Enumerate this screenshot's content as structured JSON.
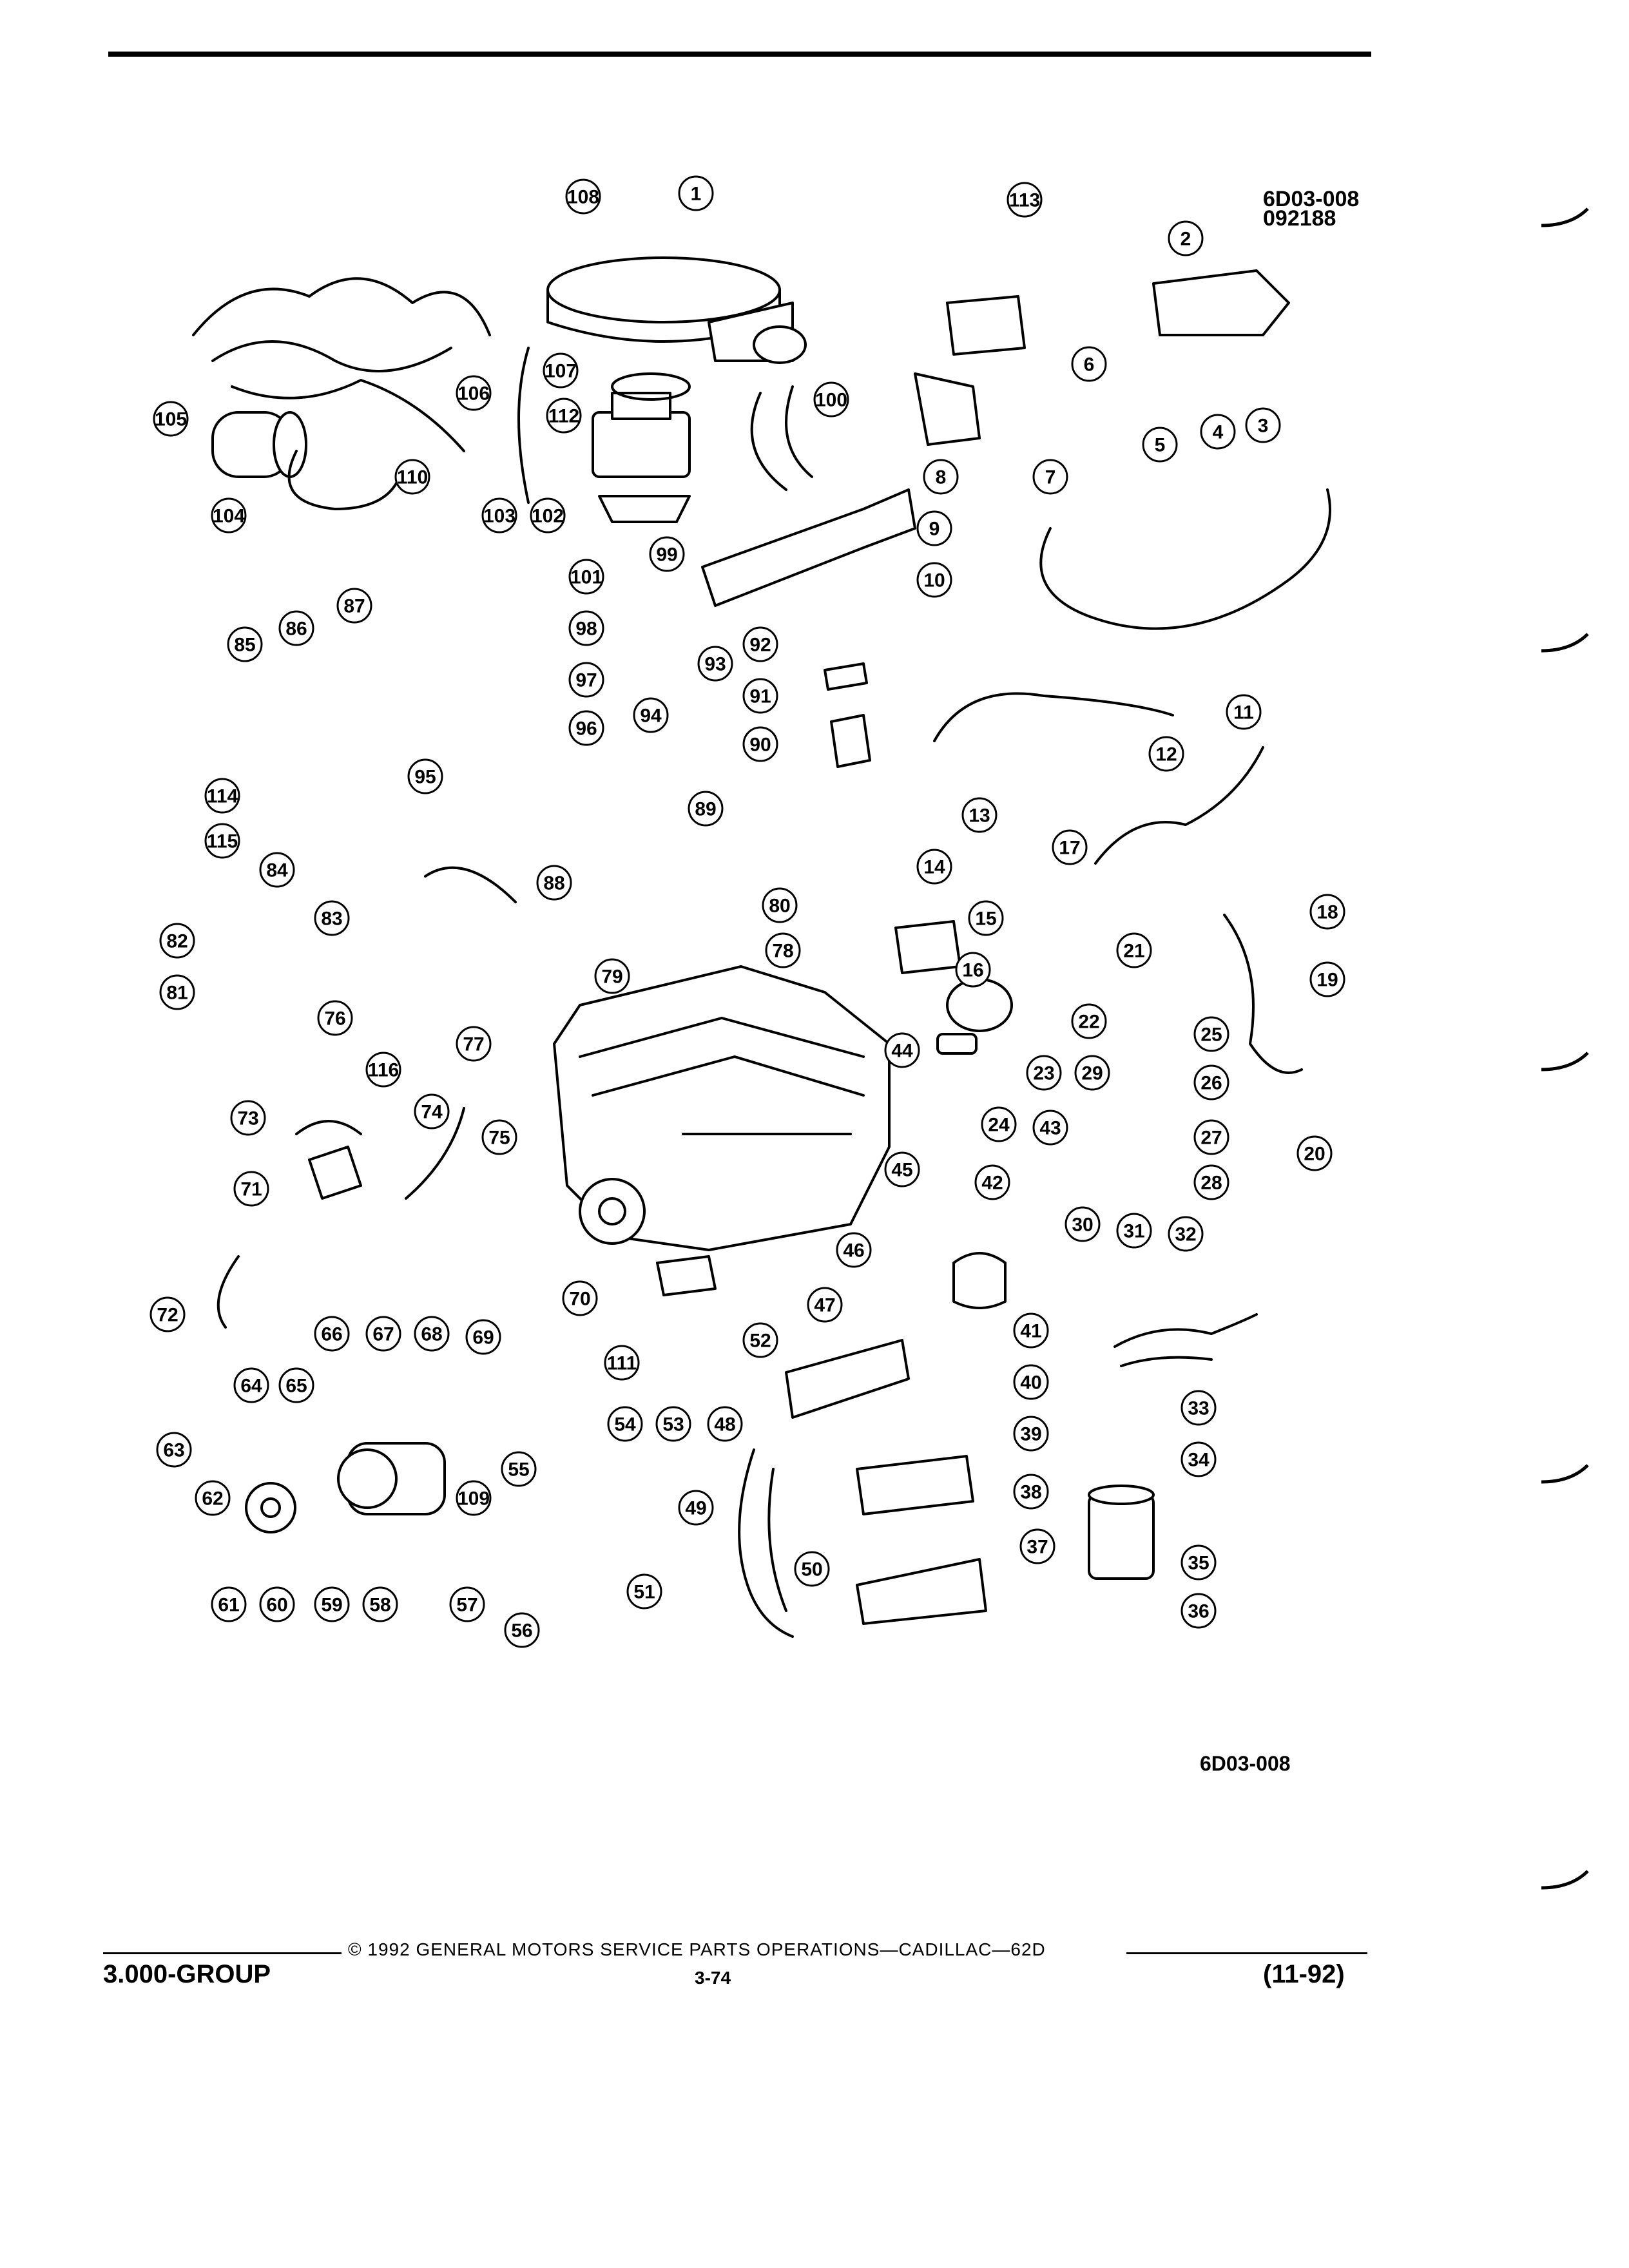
{
  "header": {
    "ref_code": "6D03-008",
    "ref_date": "092188"
  },
  "figure": {
    "bottom_ref": "6D03-008",
    "callouts": [
      "1",
      "2",
      "3",
      "4",
      "5",
      "6",
      "7",
      "8",
      "9",
      "10",
      "11",
      "12",
      "13",
      "14",
      "15",
      "16",
      "17",
      "18",
      "19",
      "20",
      "21",
      "22",
      "23",
      "24",
      "25",
      "26",
      "27",
      "28",
      "29",
      "30",
      "31",
      "32",
      "33",
      "34",
      "35",
      "36",
      "37",
      "38",
      "39",
      "40",
      "41",
      "42",
      "43",
      "44",
      "45",
      "46",
      "47",
      "48",
      "49",
      "50",
      "51",
      "52",
      "53",
      "54",
      "55",
      "56",
      "57",
      "58",
      "59",
      "60",
      "61",
      "62",
      "63",
      "64",
      "65",
      "66",
      "67",
      "68",
      "69",
      "70",
      "71",
      "72",
      "73",
      "74",
      "75",
      "76",
      "77",
      "78",
      "79",
      "80",
      "81",
      "82",
      "83",
      "84",
      "85",
      "86",
      "87",
      "88",
      "89",
      "90",
      "91",
      "92",
      "93",
      "94",
      "95",
      "96",
      "97",
      "98",
      "99",
      "100",
      "101",
      "102",
      "103",
      "104",
      "105",
      "106",
      "107",
      "108",
      "109",
      "110",
      "111",
      "112",
      "113",
      "114",
      "115",
      "116"
    ]
  },
  "footer": {
    "copyright": "© 1992 GENERAL MOTORS SERVICE PARTS OPERATIONS—CADILLAC—62D",
    "group": "3.000-GROUP",
    "page": "3-74",
    "date": "(11-92)"
  }
}
